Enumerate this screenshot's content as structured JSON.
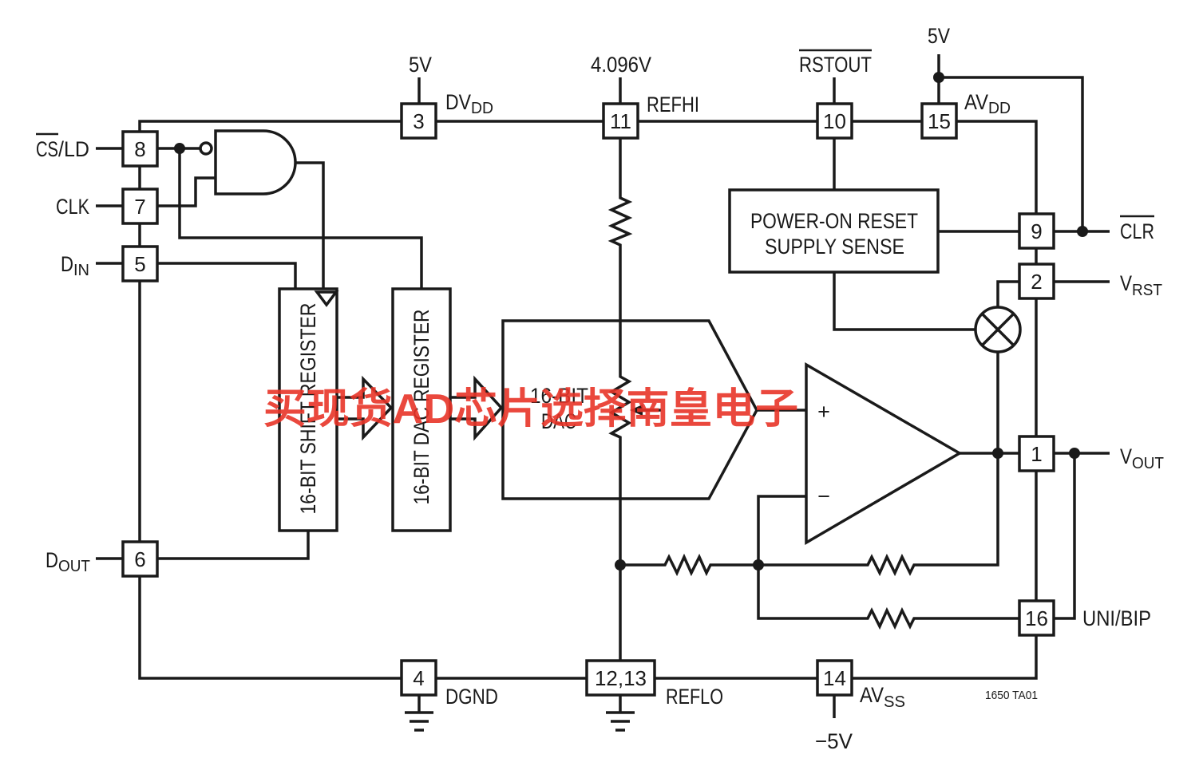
{
  "supplies": {
    "dvdd_voltage": "5V",
    "refhi_voltage": "4.096V",
    "rstout": "RSTOUT",
    "avdd_voltage": "5V",
    "avss_voltage": "−5V"
  },
  "signals": {
    "dvdd": {
      "main": "DV",
      "sub": "DD"
    },
    "refhi": "REFHI",
    "avdd": {
      "main": "AV",
      "sub": "DD"
    },
    "cs_ld": {
      "cs": "CS",
      "ld": "/LD"
    },
    "clk": "CLK",
    "din": {
      "main": "D",
      "sub": "IN"
    },
    "dout": {
      "main": "D",
      "sub": "OUT"
    },
    "clr": "CLR",
    "vrst": {
      "main": "V",
      "sub": "RST"
    },
    "vout": {
      "main": "V",
      "sub": "OUT"
    },
    "uni_bip": "UNI/BIP",
    "dgnd": "DGND",
    "reflo": "REFLO",
    "avss": {
      "main": "AV",
      "sub": "SS"
    }
  },
  "pins": {
    "cs_ld": "8",
    "clk": "7",
    "din": "5",
    "dout": "6",
    "dvdd": "3",
    "refhi": "11",
    "rstout": "10",
    "avdd": "15",
    "clr": "9",
    "vrst": "2",
    "vout": "1",
    "uni_bip": "16",
    "dgnd": "4",
    "reflo": "12,13",
    "avss": "14"
  },
  "blocks": {
    "shift_register": "16-BIT SHIFT REGISTER",
    "dac_register": "16-BIT DAC REGISTER",
    "dac": [
      "16-BIT",
      "DAC"
    ],
    "power_on_reset": [
      "POWER-ON RESET",
      "SUPPLY SENSE"
    ]
  },
  "opamp": {
    "plus": "+",
    "minus": "−"
  },
  "figure_id": "1650 TA01",
  "watermark": "买现货AD芯片选择南皇电子"
}
